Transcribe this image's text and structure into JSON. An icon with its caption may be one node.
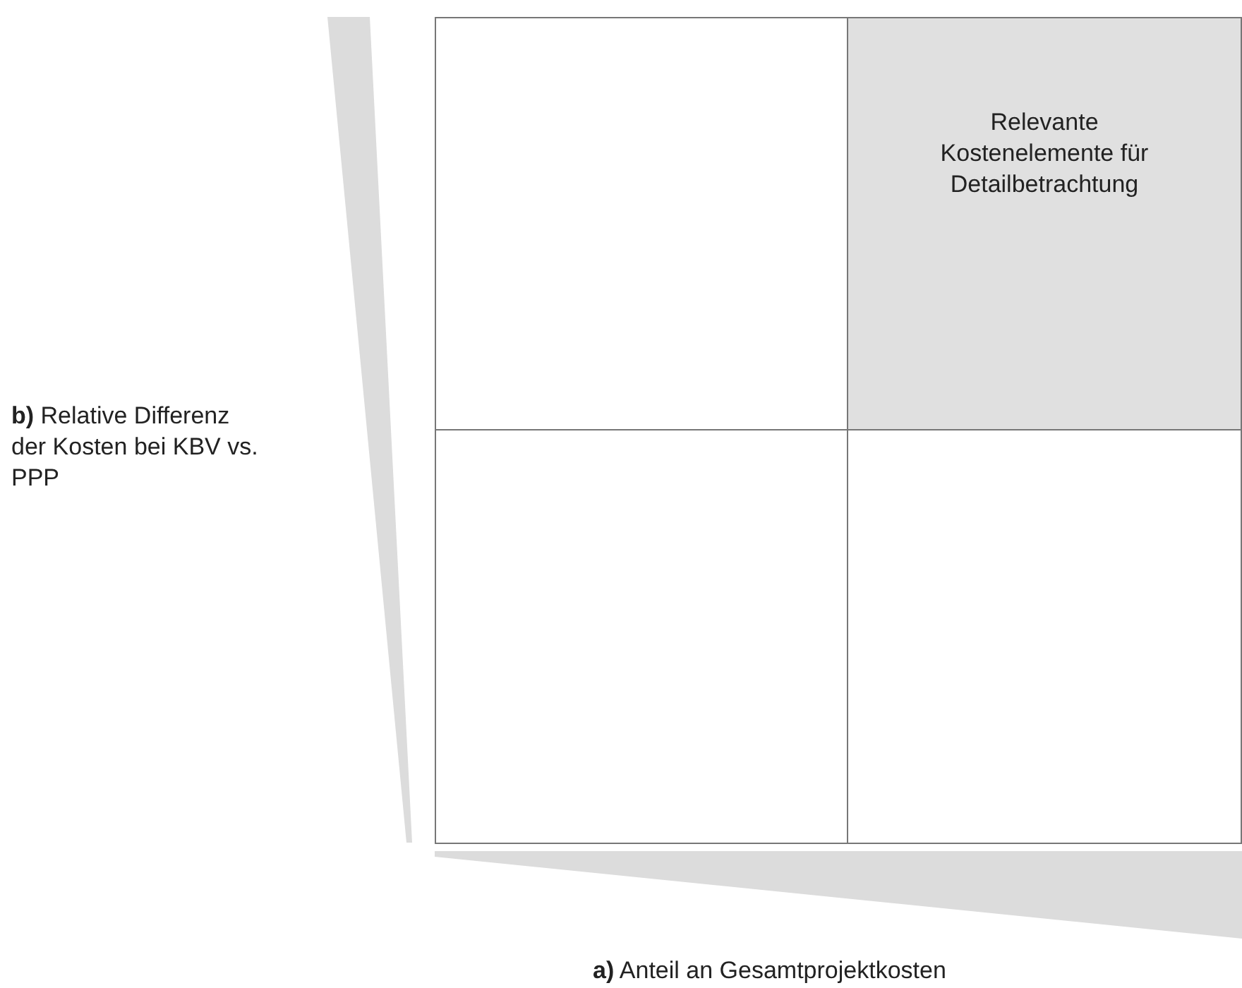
{
  "diagram": {
    "nodes": [
      {
        "text": [],
        "shape": "box"
      },
      {
        "text": [
          "Relevante Kostenelemente für Detailbetrachtung"
        ]
      },
      {
        "text": [],
        "shape": "box"
      },
      {
        "text": [],
        "shape": "box"
      }
    ],
    "labels": [
      "**b)** Relative Differenz der Kosten bei KBV vs. PPP",
      "**a)** Anteil an Gesamtprojektkosten"
    ]
  }
}
